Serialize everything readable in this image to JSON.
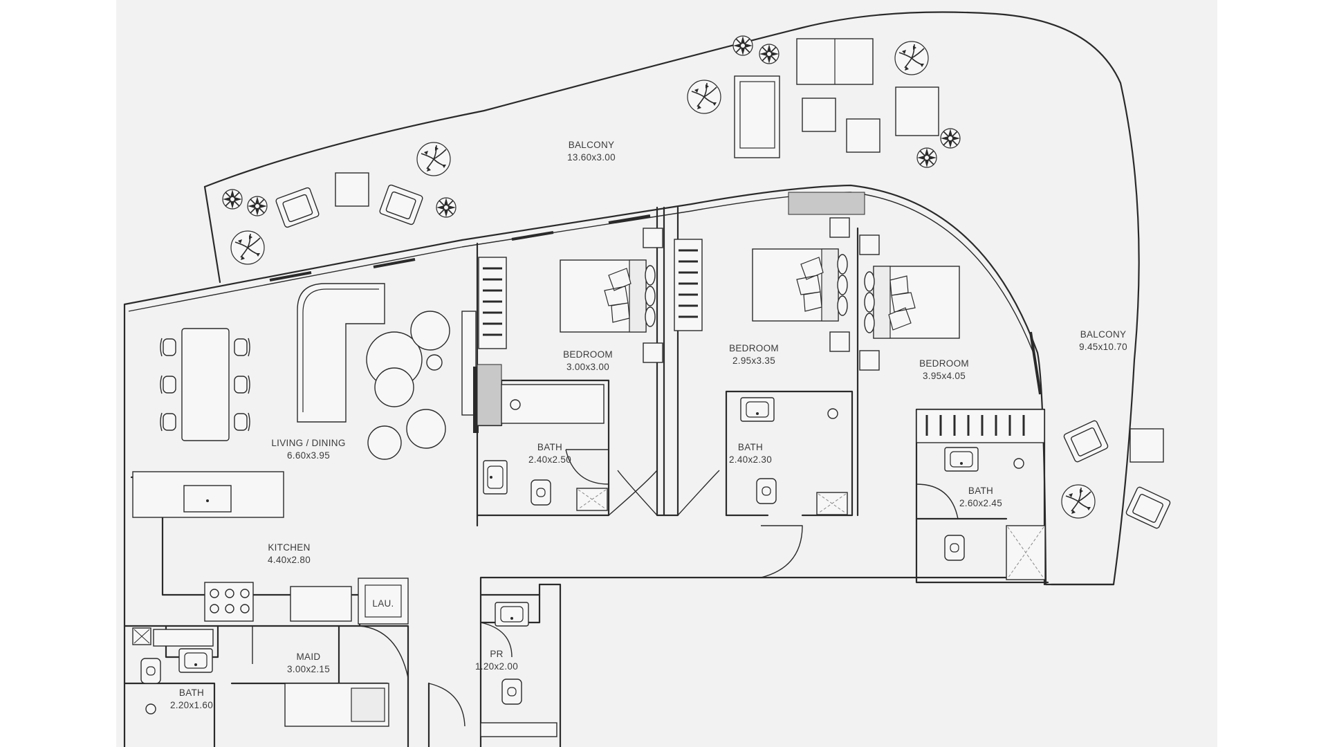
{
  "rooms": {
    "balcony_top": {
      "name": "BALCONY",
      "size": "13.60x3.00"
    },
    "balcony_right": {
      "name": "BALCONY",
      "size": "9.45x10.70"
    },
    "living": {
      "name": "LIVING / DINING",
      "size": "6.60x3.95"
    },
    "bedroom1": {
      "name": "BEDROOM",
      "size": "3.00x3.00"
    },
    "bedroom2": {
      "name": "BEDROOM",
      "size": "2.95x3.35"
    },
    "bedroom3": {
      "name": "BEDROOM",
      "size": "3.95x4.05"
    },
    "bath1": {
      "name": "BATH",
      "size": "2.40x2.50"
    },
    "bath2": {
      "name": "BATH",
      "size": "2.40x2.30"
    },
    "bath3": {
      "name": "BATH",
      "size": "2.60x2.45"
    },
    "kitchen": {
      "name": "KITCHEN",
      "size": "4.40x2.80"
    },
    "laundry": {
      "name": "LAU."
    },
    "maid": {
      "name": "MAID",
      "size": "3.00x2.15"
    },
    "pr": {
      "name": "PR",
      "size": "1.20x2.00"
    },
    "bath_maid": {
      "name": "BATH",
      "size": "2.20x1.60"
    }
  },
  "colors": {
    "background": "#f2f2f2",
    "wall": "#2a2a2a",
    "fill": "#c8c8c8"
  }
}
